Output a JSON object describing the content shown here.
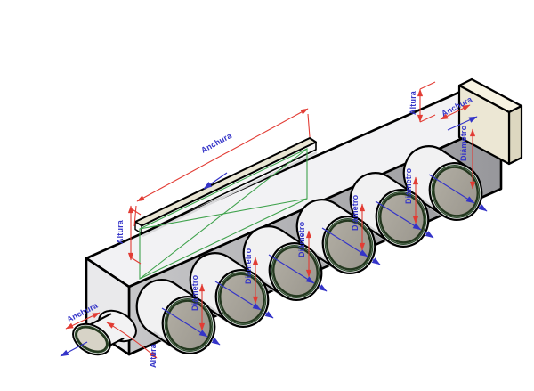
{
  "drawing": {
    "view_name": "isometric-plenum-box-view"
  },
  "dimensions": {
    "slot": {
      "width_label": "Anchura",
      "height_label": "Altura"
    },
    "outlets": [
      {
        "diameter_label": "Diámetro"
      },
      {
        "diameter_label": "Diámetro"
      },
      {
        "diameter_label": "Diámetro"
      },
      {
        "diameter_label": "Diámetro"
      },
      {
        "diameter_label": "Diámetro"
      },
      {
        "diameter_label": "Diámetro"
      }
    ],
    "right_end": {
      "height_label": "Altura",
      "width_label": "Anchura"
    },
    "left_outlet": {
      "width_label": "Anchura",
      "height_label": "Altura"
    }
  },
  "colors": {
    "dimension_red": "#e23c34",
    "annotation_blue": "#3434c8",
    "sketch_green": "#3fa24c",
    "model_edge": "#000000",
    "outlet_rim_green": "#24381f",
    "outlet_face_gray": "#a9a59c",
    "block_beige": "#ece7d4"
  }
}
